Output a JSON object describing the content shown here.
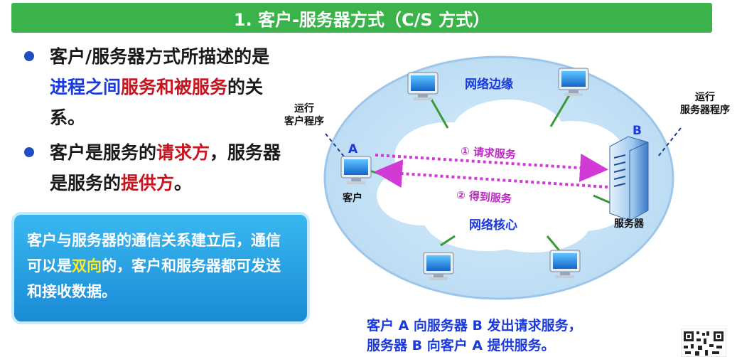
{
  "title": "1. 客户-服务器方式（C/S 方式）",
  "bullets": [
    {
      "segments": [
        {
          "text": "客户/服务器方式所描述的是",
          "style": "normal"
        },
        {
          "text": "进程之间",
          "style": "blue"
        },
        {
          "text": "服务和",
          "style": "red"
        },
        {
          "text": "被服务",
          "style": "red"
        },
        {
          "text": "的关系。",
          "style": "normal"
        }
      ]
    },
    {
      "segments": [
        {
          "text": "客户是服务的",
          "style": "normal"
        },
        {
          "text": "请求方",
          "style": "red"
        },
        {
          "text": "，服务器是服务的",
          "style": "normal"
        },
        {
          "text": "提供方",
          "style": "red"
        },
        {
          "text": "。",
          "style": "normal"
        }
      ]
    }
  ],
  "note": {
    "before": "客户与服务器的通信关系建立后，通信可以是",
    "highlight": "双向",
    "after": "的，客户和服务器都可发送和接收数据。"
  },
  "diagram": {
    "edge_label": "网络边缘",
    "core_label": "网络核心",
    "client_run": "运行\n客户程序",
    "server_run": "运行\n服务器程序",
    "client_id": "A",
    "server_id": "B",
    "client_label": "客户",
    "server_label": "服务器",
    "request_label": "① 请求服务",
    "response_label": "② 得到服务"
  },
  "caption": [
    "客户 A 向服务器 B 发出请求服务，",
    "服务器 B 向客户 A 提供服务。"
  ],
  "colors": {
    "title_bg": "#3ab34a",
    "accent_blue": "#1a3ae0",
    "accent_red": "#c8141e",
    "arrow": "#d23ad6",
    "note_bg": "#2aa6ea"
  }
}
